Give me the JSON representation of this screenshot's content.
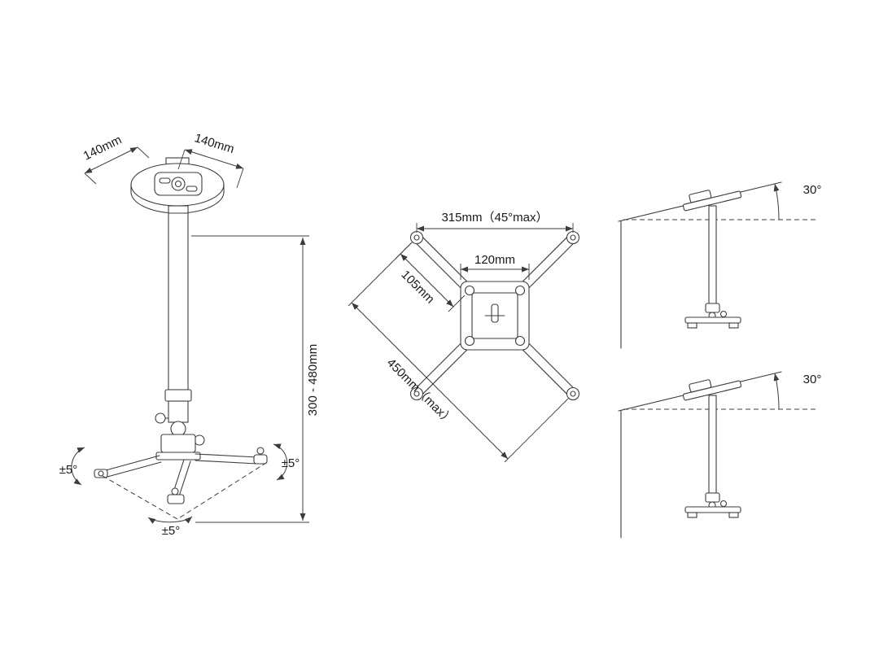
{
  "drawing": {
    "subject": "projector ceiling mount dimensional drawing",
    "line_color": "#3c3c3c",
    "background_color": "#ffffff"
  },
  "left_view": {
    "name": "isometric front view",
    "dim_plate_depth": "140mm",
    "dim_plate_width": "140mm",
    "dim_height_range": "300 - 480mm",
    "dim_tilt_left": "±5°",
    "dim_tilt_right": "±5°",
    "dim_swivel_bottom": "±5°"
  },
  "top_view": {
    "name": "mounting bracket top view",
    "dim_arm_span_45max": "315mm（45°max）",
    "dim_plate_width": "120mm",
    "dim_arm_length": "105mm",
    "dim_max_span": "450mm（max）"
  },
  "side_view_upper": {
    "name": "sloped ceiling side view A",
    "dim_ceiling_angle": "30°"
  },
  "side_view_lower": {
    "name": "sloped ceiling side view B",
    "dim_ceiling_angle": "30°"
  }
}
